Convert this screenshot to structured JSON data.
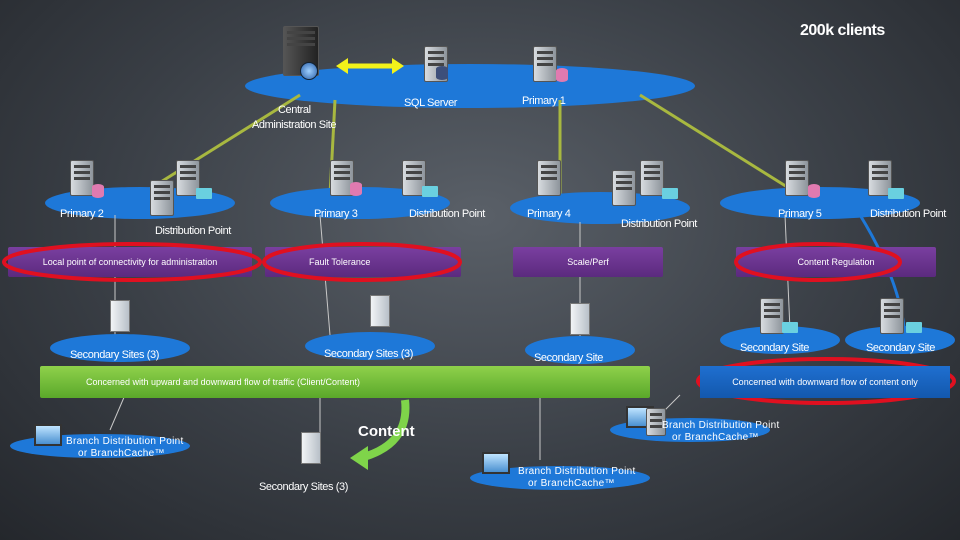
{
  "title": "200k clients",
  "central": {
    "label": "Central Administration Site",
    "line1": "Central",
    "line2": "Administration Site",
    "sql": "SQL Server"
  },
  "primaries": [
    {
      "name": "Primary 1"
    },
    {
      "name": "Primary 2",
      "dp": "Distribution Point"
    },
    {
      "name": "Primary 3",
      "dp": "Distribution Point"
    },
    {
      "name": "Primary 4",
      "dp": "Distribution Point"
    },
    {
      "name": "Primary 5",
      "dp": "Distribution Point"
    }
  ],
  "bars": {
    "local": "Local point of connectivity for administration",
    "fault": "Fault Tolerance",
    "scale": "Scale/Perf",
    "content_reg": "Content Regulation"
  },
  "secondary": {
    "s1": "Secondary Sites (3)",
    "s2": "Secondary Sites (3)",
    "s3": "Secondary Site",
    "s4": "Secondary Site",
    "s5": "Secondary Site",
    "s6": "Secondary Sites (3)"
  },
  "traffic": {
    "green": "Concerned with upward and downward flow of traffic (Client/Content)",
    "blue": "Concerned with downward flow of content only"
  },
  "content_label": "Content",
  "branch": {
    "line1": "Branch Distribution Point",
    "line2": "or BranchCache™"
  },
  "colors": {
    "ellipse": "#1e78d8",
    "purple": "#6a3592",
    "green": "#79c23c",
    "blue": "#1a66c2",
    "highlight": "#e01020",
    "line": "#a8b840"
  }
}
